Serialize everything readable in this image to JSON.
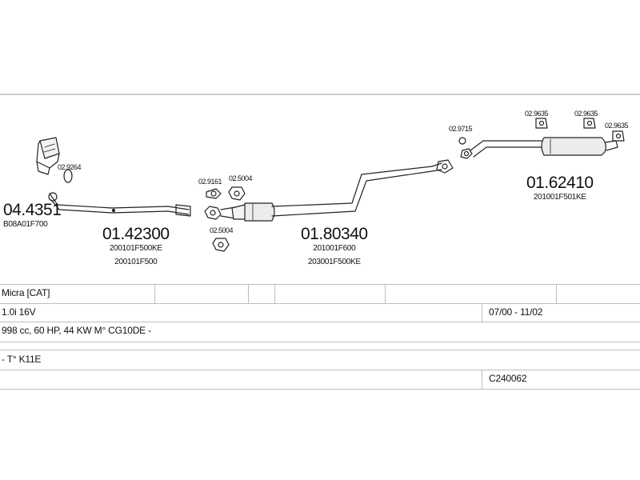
{
  "parts": {
    "catalyst": {
      "number": "04.4351",
      "refs": [
        "B08A01F700"
      ],
      "gasket_ref": "02.9264"
    },
    "front_pipe": {
      "number": "01.42300",
      "refs": [
        "200101F500KE",
        "200101F500"
      ]
    },
    "centre_silencer": {
      "number": "01.80340",
      "refs": [
        "201001F600",
        "203001F500KE"
      ],
      "clamp_ref": "02.9161",
      "gasket_ref_top": "02.5004",
      "gasket_ref_bottom": "02.5004"
    },
    "rear_silencer": {
      "number": "01.62410",
      "refs": [
        "201001F501KE"
      ],
      "gasket_ref": "02.9715",
      "hanger_refs": [
        "02.9635",
        "02.9635",
        "02.9635"
      ]
    }
  },
  "vehicle": {
    "model": "Micra  [CAT]",
    "engine": "1.0i 16V",
    "period": "07/00 - 11/02",
    "spec": "998 cc, 60 HP, 44 KW M° CG10DE -",
    "type": "- T° K11E",
    "code": "C240062"
  },
  "colors": {
    "line": "#222222",
    "frame": "#cfcfcf",
    "grid": "#bdbdbd"
  }
}
